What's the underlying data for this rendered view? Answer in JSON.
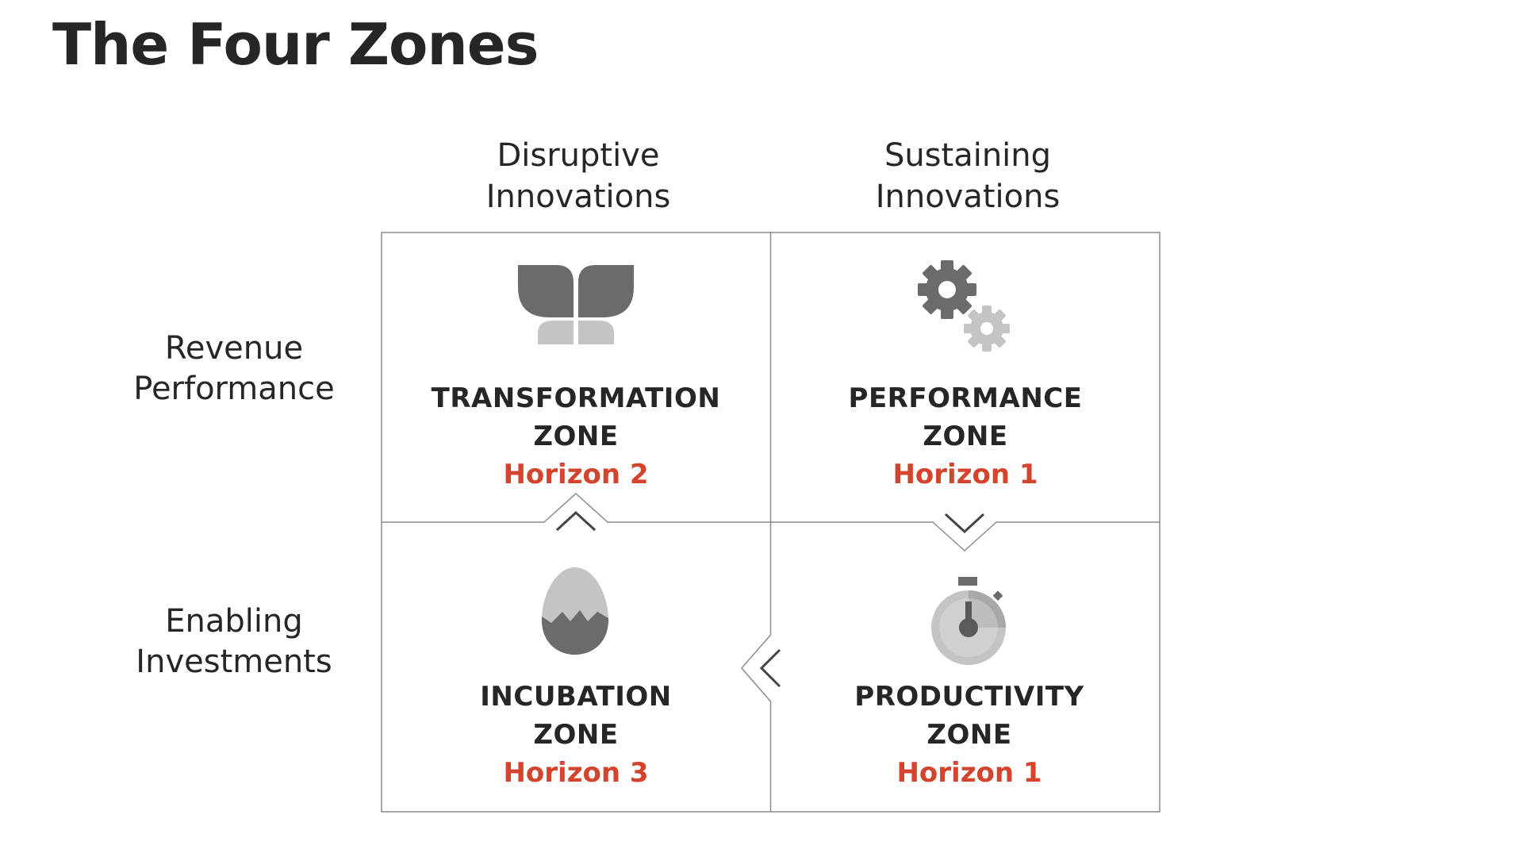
{
  "title": "The Four Zones",
  "columns": [
    {
      "line1": "Disruptive",
      "line2": "Innovations"
    },
    {
      "line1": "Sustaining",
      "line2": "Innovations"
    }
  ],
  "rows": [
    {
      "line1": "Revenue",
      "line2": "Performance"
    },
    {
      "line1": "Enabling",
      "line2": "Investments"
    }
  ],
  "zones": [
    {
      "name1": "TRANSFORMATION",
      "name2": "ZONE",
      "horizon": "Horizon 2",
      "icon": "butterfly-icon"
    },
    {
      "name1": "PERFORMANCE",
      "name2": "ZONE",
      "horizon": "Horizon 1",
      "icon": "gears-icon"
    },
    {
      "name1": "INCUBATION",
      "name2": "ZONE",
      "horizon": "Horizon 3",
      "icon": "egg-icon"
    },
    {
      "name1": "PRODUCTIVITY",
      "name2": "ZONE",
      "horizon": "Horizon 1",
      "icon": "stopwatch-icon"
    }
  ],
  "colors": {
    "accent": "#d4432b",
    "text": "#262626",
    "icon_dark": "#6b6b6b",
    "icon_light": "#c4c4c4",
    "border": "#8c8c8c"
  }
}
